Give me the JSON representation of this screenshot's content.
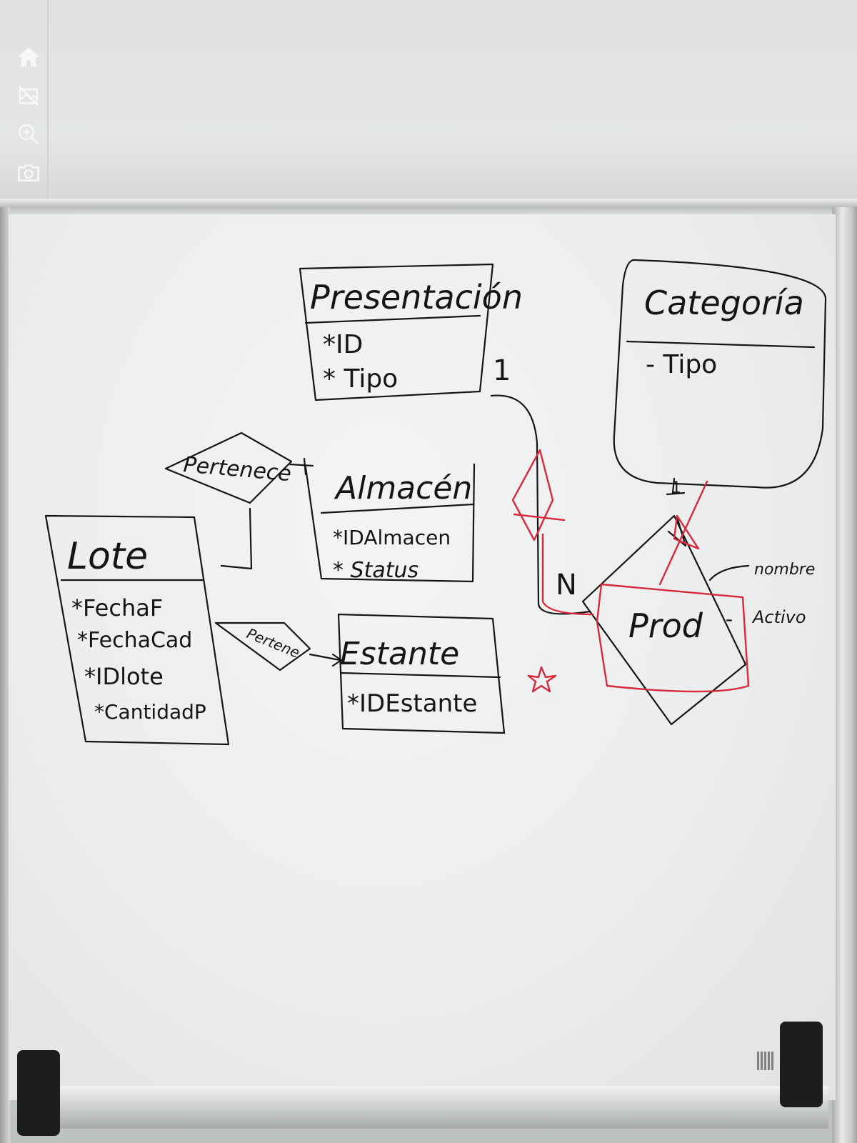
{
  "toolbar": {
    "items": [
      {
        "name": "home",
        "icon": "home-icon"
      },
      {
        "name": "image-off",
        "icon": "image-off-icon"
      },
      {
        "name": "zoom-in",
        "icon": "zoom-in-icon"
      },
      {
        "name": "camera",
        "icon": "camera-icon"
      }
    ]
  },
  "whiteboard": {
    "entities": {
      "presentacion": {
        "title": "Presentación",
        "attrs": [
          "*ID",
          "* Tipo"
        ]
      },
      "categoria": {
        "title": "Categoría",
        "attrs": [
          "- Tipo"
        ]
      },
      "almacen": {
        "title": "Almacén",
        "attrs": [
          "*IDAlmacen",
          "* Status"
        ]
      },
      "lote": {
        "title": "Lote",
        "attrs": [
          "*FechaF",
          "*FechaCad",
          "*IDlote",
          "*CantidadP"
        ]
      },
      "estante": {
        "title": "Estante",
        "attrs": [
          "*IDEstante"
        ]
      },
      "prod": {
        "title": "Prod"
      }
    },
    "relations": {
      "pertenece_1": "Pertenece",
      "pertenece_2": "Pertene"
    },
    "labels": {
      "card_one": "1",
      "card_one_b": "1",
      "card_n": "N",
      "nombre": "nombre",
      "activo": "Activo",
      "dash": "-"
    },
    "colors": {
      "ink": "#151515",
      "red_marker": "#d8283c"
    }
  }
}
